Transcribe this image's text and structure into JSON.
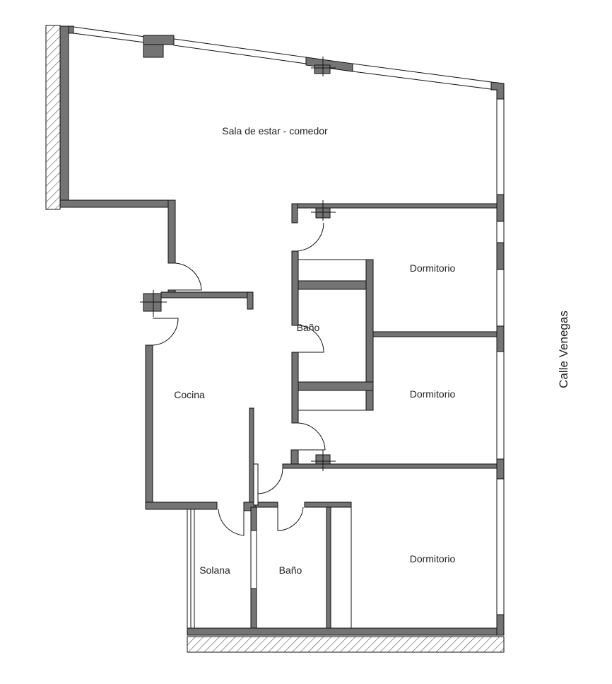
{
  "rooms": {
    "living": "Sala de estar - comedor",
    "bedroom1": "Dormitorio",
    "bath1": "Baño",
    "bedroom2": "Dormitorio",
    "kitchen": "Cocina",
    "utility": "Solana",
    "bath2": "Baño",
    "bedroom3": "Dormitorio"
  },
  "street": "Calle Venegas",
  "colors": {
    "wall": "#747474",
    "line": "#111111"
  }
}
